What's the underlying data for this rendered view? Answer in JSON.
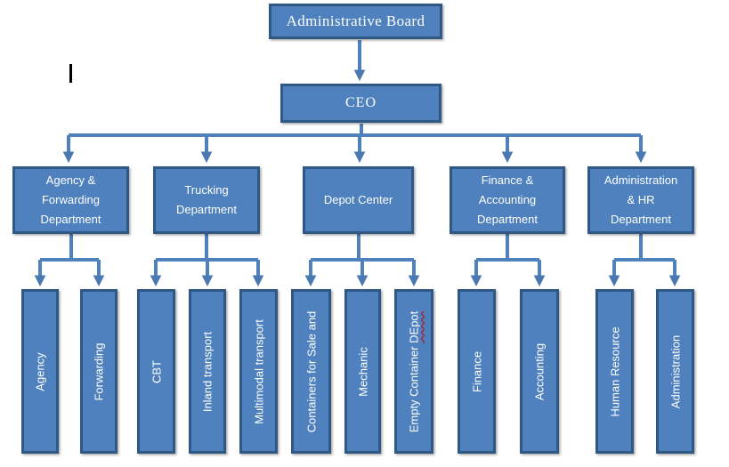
{
  "colors": {
    "box_fill": "#4e81bd",
    "box_border": "#2f5884",
    "connector": "#4f81bd",
    "arrowhead": "#4a78b0",
    "text": "#ffffff",
    "spellcheck_underline": "#cc0000"
  },
  "org": {
    "root": "Administrative Board",
    "ceo": "CEO",
    "departments": [
      {
        "name": "Agency & Forwarding Department",
        "lines": [
          "Agency &",
          "Forwarding",
          "Department"
        ],
        "children": [
          {
            "label": "Agency"
          },
          {
            "label": "Forwarding"
          }
        ]
      },
      {
        "name": "Trucking Department",
        "lines": [
          "Trucking",
          "Department"
        ],
        "children": [
          {
            "label": "CBT"
          },
          {
            "label": "Inland transport"
          },
          {
            "label": "Multimodal transport"
          }
        ]
      },
      {
        "name": "Depot Center",
        "lines": [
          "Depot Center"
        ],
        "children": [
          {
            "label": "Containers for Sale and"
          },
          {
            "label": "Mechanic"
          },
          {
            "prefix": "Empty Container ",
            "error": "DEpot"
          }
        ]
      },
      {
        "name": "Finance & Accounting Department",
        "lines": [
          "Finance &",
          "Accounting",
          "Department"
        ],
        "children": [
          {
            "label": "Finance"
          },
          {
            "label": "Accounting"
          }
        ]
      },
      {
        "name": "Administration & HR Department",
        "lines": [
          "Administration",
          "& HR",
          "Department"
        ],
        "children": [
          {
            "label": "Human Resource"
          },
          {
            "label": "Administration"
          }
        ]
      }
    ]
  }
}
